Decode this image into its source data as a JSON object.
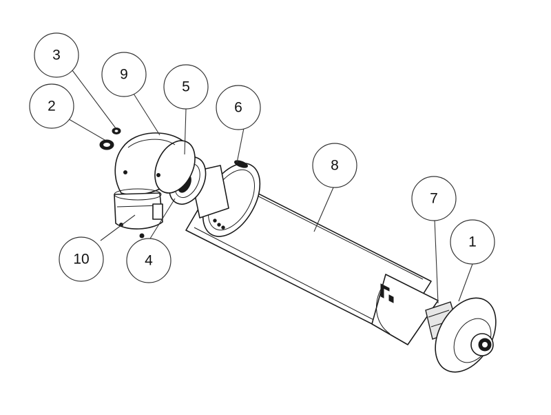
{
  "diagram": {
    "callouts": [
      {
        "label": "1"
      },
      {
        "label": "2"
      },
      {
        "label": "3"
      },
      {
        "label": "4"
      },
      {
        "label": "5"
      },
      {
        "label": "6"
      },
      {
        "label": "7"
      },
      {
        "label": "8"
      },
      {
        "label": "9"
      },
      {
        "label": "10"
      }
    ]
  },
  "colors": {
    "line": "#1a1a1a",
    "background": "#ffffff"
  }
}
